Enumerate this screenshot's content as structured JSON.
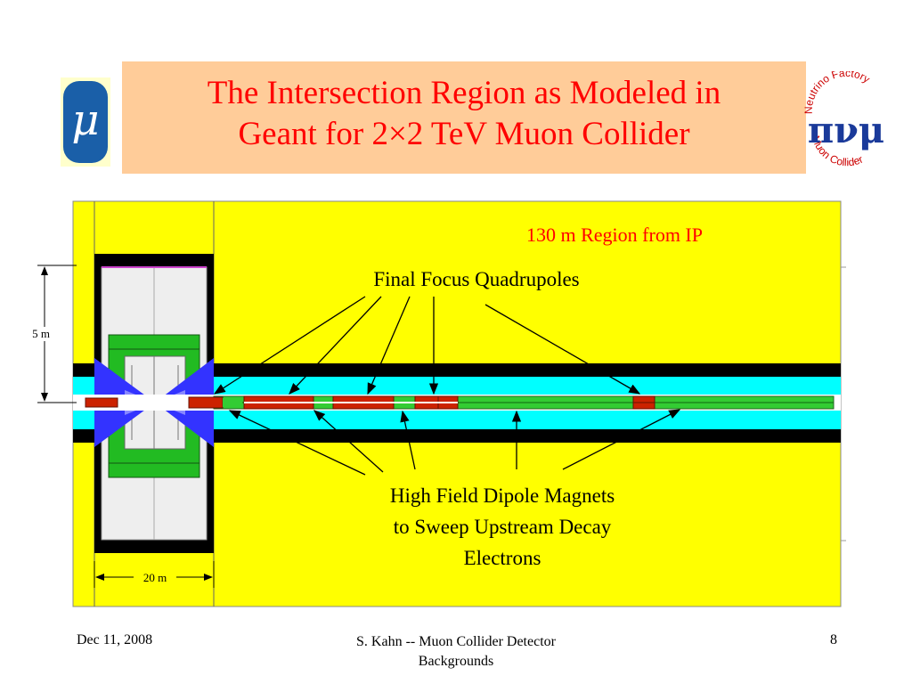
{
  "slide": {
    "title_line1": "The Intersection Region as Modeled in",
    "title_line2": "Geant for 2×2 TeV Muon Collider",
    "mu_symbol": "μ",
    "nf_logo_top_text": "Neutrino Factory",
    "nf_logo_bottom_text": "Muon Collider",
    "nf_logo_symbols": "πνμ"
  },
  "diagram": {
    "region_label": "130 m Region from IP",
    "ffq_label": "Final Focus Quadrupoles",
    "dipole_label_line1": "High Field Dipole Magnets",
    "dipole_label_line2": "to Sweep Upstream Decay",
    "dipole_label_line3": "Electrons",
    "dim_vertical": "5 m",
    "dim_horizontal": "20 m",
    "colors": {
      "background": "#ffff00",
      "beampipe": "#00ffff",
      "shield": "#000000",
      "magnet": "#cc2200",
      "dipole": "#33cc33",
      "cone": "#3333ff",
      "calorimeter": "#22bb22",
      "detector": "#eeeeee"
    }
  },
  "footer": {
    "date": "Dec 11, 2008",
    "center_line1": "S. Kahn -- Muon Collider Detector",
    "center_line2": "Backgrounds",
    "page": "8"
  }
}
